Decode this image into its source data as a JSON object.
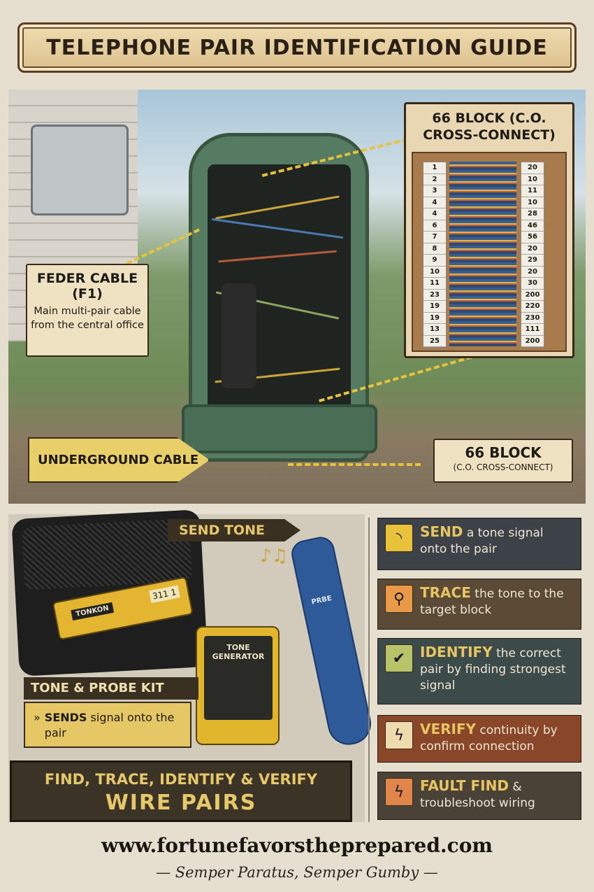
{
  "title": "TELEPHONE PAIR IDENTIFICATION  GUIDE",
  "block_panel": {
    "title": "66 BLOCK (C.O. CROSS-CONNECT)",
    "left_numbers": [
      "1",
      "2",
      "3",
      "4",
      "4",
      "6",
      "7",
      "8",
      "9",
      "10",
      "11",
      "23",
      "19",
      "19",
      "13",
      "25"
    ],
    "right_numbers": [
      "20",
      "10",
      "11",
      "10",
      "28",
      "46",
      "56",
      "20",
      "29",
      "20",
      "30",
      "200",
      "220",
      "230",
      "111",
      "200"
    ]
  },
  "feeder": {
    "title": "FEDER CABLE (F1)",
    "desc": "Main multi-pair cable from the central office"
  },
  "underground": {
    "label": "UNDERGROUND CABLE"
  },
  "block_label": {
    "title": "66 BLOCK",
    "sub": "(C.O. CROSS-CONNECT)"
  },
  "tools": {
    "send_tone": "SEND TONE",
    "toner_brand": "TONKON",
    "toner_display": "311 1",
    "generator": "TONE GENERATOR",
    "probe": "PRBE",
    "kit_label": "TONE & PROBE KIT",
    "kit_desc_bold": "SENDS",
    "kit_desc": "signal onto the pair"
  },
  "slogan": {
    "line1": "FIND, TRACE, IDENTIFY & VERIFY",
    "line2": "WIRE PAIRS"
  },
  "steps": [
    {
      "icon": "signal-icon",
      "bold": "SEND",
      "text": "a tone signal onto the pair",
      "color": "#3d4248",
      "icon_bg": "#e8c23a"
    },
    {
      "icon": "magnifier-icon",
      "bold": "TRACE",
      "text": "the tone to the target block",
      "color": "#5a4a36",
      "icon_bg": "#e89a48"
    },
    {
      "icon": "check-icon",
      "bold": "IDENTIFY",
      "text": "the correct pair by finding strongest signal",
      "color": "#3c4a4a",
      "icon_bg": "#b8c46a"
    },
    {
      "icon": "lightning-icon",
      "bold": "VERIFY",
      "text": "continuity by confirm connection",
      "color": "#8a4628",
      "icon_bg": "#efdcae"
    },
    {
      "icon": "lightning-icon",
      "bold": "FAULT FIND",
      "text": "& troubleshoot wiring",
      "color": "#4a4236",
      "icon_bg": "#e0864a"
    }
  ],
  "footer": {
    "url": "www.fortunefavorstheprepared.com",
    "motto": "— Semper Paratus, Semper Gumby —"
  }
}
